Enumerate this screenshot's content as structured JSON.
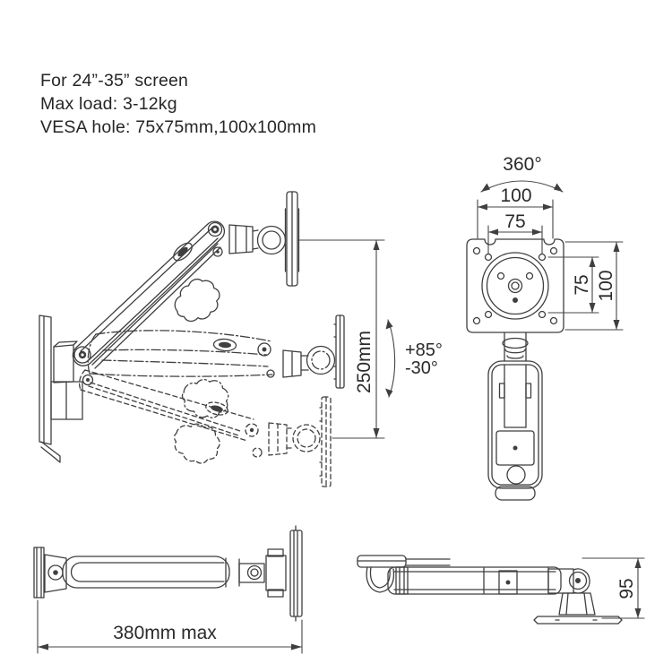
{
  "specs": {
    "screen_size": "For 24”-35” screen",
    "max_load": "Max load: 3-12kg",
    "vesa": "VESA hole: 75x75mm,100x100mm"
  },
  "dimensions": {
    "rotation": "360°",
    "vesa_outer_width": "100",
    "vesa_inner_width": "75",
    "vesa_inner_height": "75",
    "vesa_outer_height": "100",
    "lift_range": "250mm",
    "tilt_up": "+85°",
    "tilt_down": "-30°",
    "max_reach": "380mm max",
    "folded_depth": "95"
  },
  "colors": {
    "line": "#3f3f3f",
    "text": "#262626",
    "background": "#ffffff"
  }
}
